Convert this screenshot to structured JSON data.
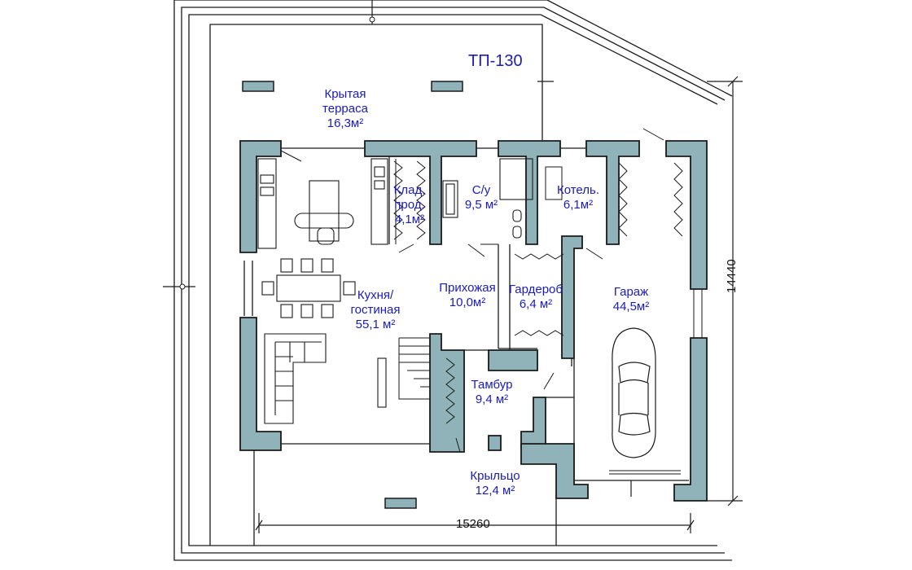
{
  "project_code": "ТП-130",
  "colors": {
    "wall": "#8fb3b8",
    "wall_stroke": "#1a1a1a",
    "label": "#1b1bbb",
    "line": "#1a1a1a"
  },
  "rooms": {
    "terrace": {
      "name_line1": "Крытая",
      "name_line2": "терраса",
      "area": "16,3м²"
    },
    "storage": {
      "name_line1": "Клад.",
      "name_line2": "прод.",
      "area": "4,1м²"
    },
    "bathroom": {
      "name": "С/у",
      "area": "9,5 м²"
    },
    "boiler": {
      "name": "Котель.",
      "area": "6,1м²"
    },
    "kitchen": {
      "name_line1": "Кухня/",
      "name_line2": "гостиная",
      "area": "55,1 м²"
    },
    "hall": {
      "name": "Прихожая",
      "area": "10,0м²"
    },
    "wardrobe": {
      "name": "Гардероб",
      "area": "6,4 м²"
    },
    "garage": {
      "name": "Гараж",
      "area": "44,5м²"
    },
    "vestibule": {
      "name": "Тамбур",
      "area": "9,4 м²"
    },
    "porch": {
      "name": "Крыльцо",
      "area": "12,4 м²"
    }
  },
  "dimensions": {
    "width": "15260",
    "depth": "14440"
  }
}
